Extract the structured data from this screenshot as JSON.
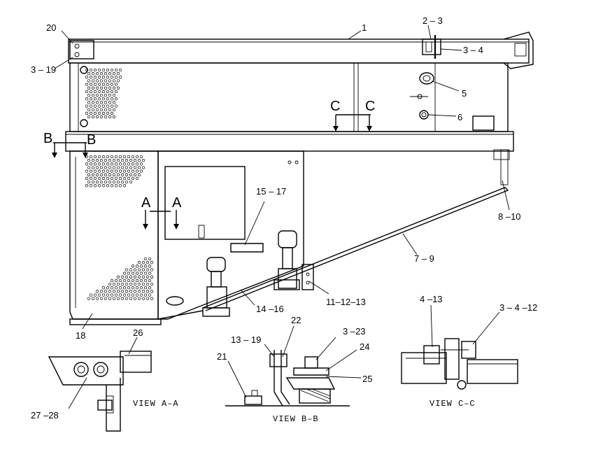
{
  "callouts": {
    "c1": "1",
    "c2_3": "2 – 3",
    "c3_4": "3 – 4",
    "c20": "20",
    "c3_19": "3 – 19",
    "c5": "5",
    "c6": "6",
    "c8_10": "8 –10",
    "c7_9": "7 – 9",
    "c15_17": "15 – 17",
    "c11_12_13": "11–12–13",
    "c14_16": "14 –16",
    "c18": "18",
    "c26": "26",
    "c27_28": "27 –28",
    "c13_19": "13 – 19",
    "c22": "22",
    "c3_23": "3 –23",
    "c24": "24",
    "c21": "21",
    "c25": "25",
    "c4_13": "4 –13",
    "c3_4_12": "3 – 4 –12"
  },
  "section_markers": {
    "a_left": "A",
    "a_right": "A",
    "b_left": "B",
    "b_right": "B",
    "c_left": "C",
    "c_right": "C"
  },
  "views": {
    "view_aa": "VIEW  A–A",
    "view_bb": "VIEW  B–B",
    "view_cc": "VIEW  C–C"
  }
}
